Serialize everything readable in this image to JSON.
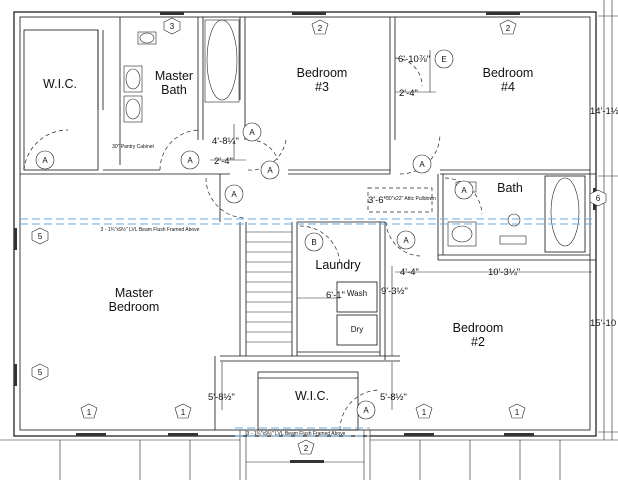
{
  "rooms": {
    "wic_top": "W.I.C.",
    "master_bath_1": "Master",
    "master_bath_2": "Bath",
    "bedroom3_1": "Bedroom",
    "bedroom3_2": "#3",
    "bedroom4_1": "Bedroom",
    "bedroom4_2": "#4",
    "bath": "Bath",
    "master_bed_1": "Master",
    "master_bed_2": "Bedroom",
    "laundry": "Laundry",
    "wash": "Wash",
    "dry": "Dry",
    "bedroom2_1": "Bedroom",
    "bedroom2_2": "#2",
    "wic_bottom": "W.I.C."
  },
  "dimensions": {
    "d_4_8": "4'-8¼\"",
    "d_2_4_a": "2'-4\"",
    "d_6_10": "6'-10⅞\"",
    "d_2_4_b": "2'-4\"",
    "d_3_6": "3'-6\"",
    "d_4_4": "4'-4\"",
    "d_10_3": "10'-3¼\"",
    "d_6_1": "6'-1\"",
    "d_9_3": "9'-3½\"",
    "d_5_8_a": "5'-8½\"",
    "d_5_8_b": "5'-8½\"",
    "d_14": "14'-1½",
    "d_15": "15'-10"
  },
  "notes": {
    "pantry": "30\" Pantry Cabinet",
    "attic": "30\"x22\" Attic Pulldown",
    "beam_top": "3 - 1¾\"x9½\" LVL Beam Flush Framed Above",
    "beam_bottom": "3 - 1¾\"x9½\" LVL Beam Flush Framed Above"
  },
  "tags": {
    "door_a": "A",
    "door_b": "B",
    "e": "E",
    "w1": "1",
    "w2": "2",
    "w3": "3",
    "w5": "5",
    "w6": "6"
  }
}
